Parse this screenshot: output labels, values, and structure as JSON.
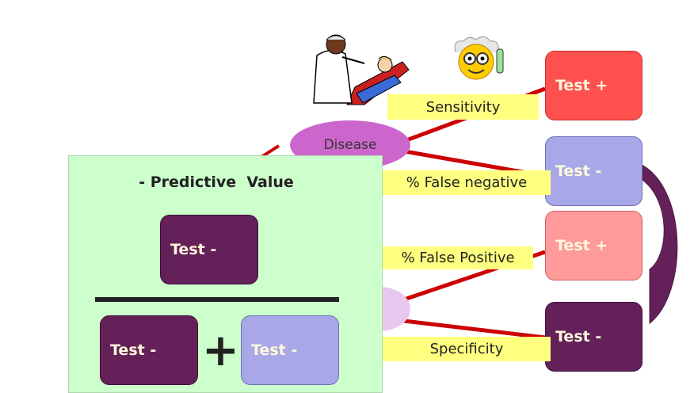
{
  "outcomes": [
    {
      "label": "Test +",
      "color": "#ff5050"
    },
    {
      "label": "Test -",
      "color": "#a8a8e8"
    },
    {
      "label": "Test +",
      "color": "#ff9a9a"
    },
    {
      "label": "Test -",
      "color": "#632059"
    }
  ],
  "edges": [
    "Sensitivity",
    "% False negative",
    "% False Positive",
    "Specificity"
  ],
  "disease_node": "Disease",
  "panel": {
    "title": "- Predictive  Value",
    "numerator": "Test -",
    "denominator_left": "Test -",
    "plus": "+",
    "denominator_right": "Test -"
  },
  "colors": {
    "panel_bg": "#ccffcc",
    "dark": "#632059",
    "light": "#a8a8e8",
    "label_bg": "#ffff80"
  }
}
